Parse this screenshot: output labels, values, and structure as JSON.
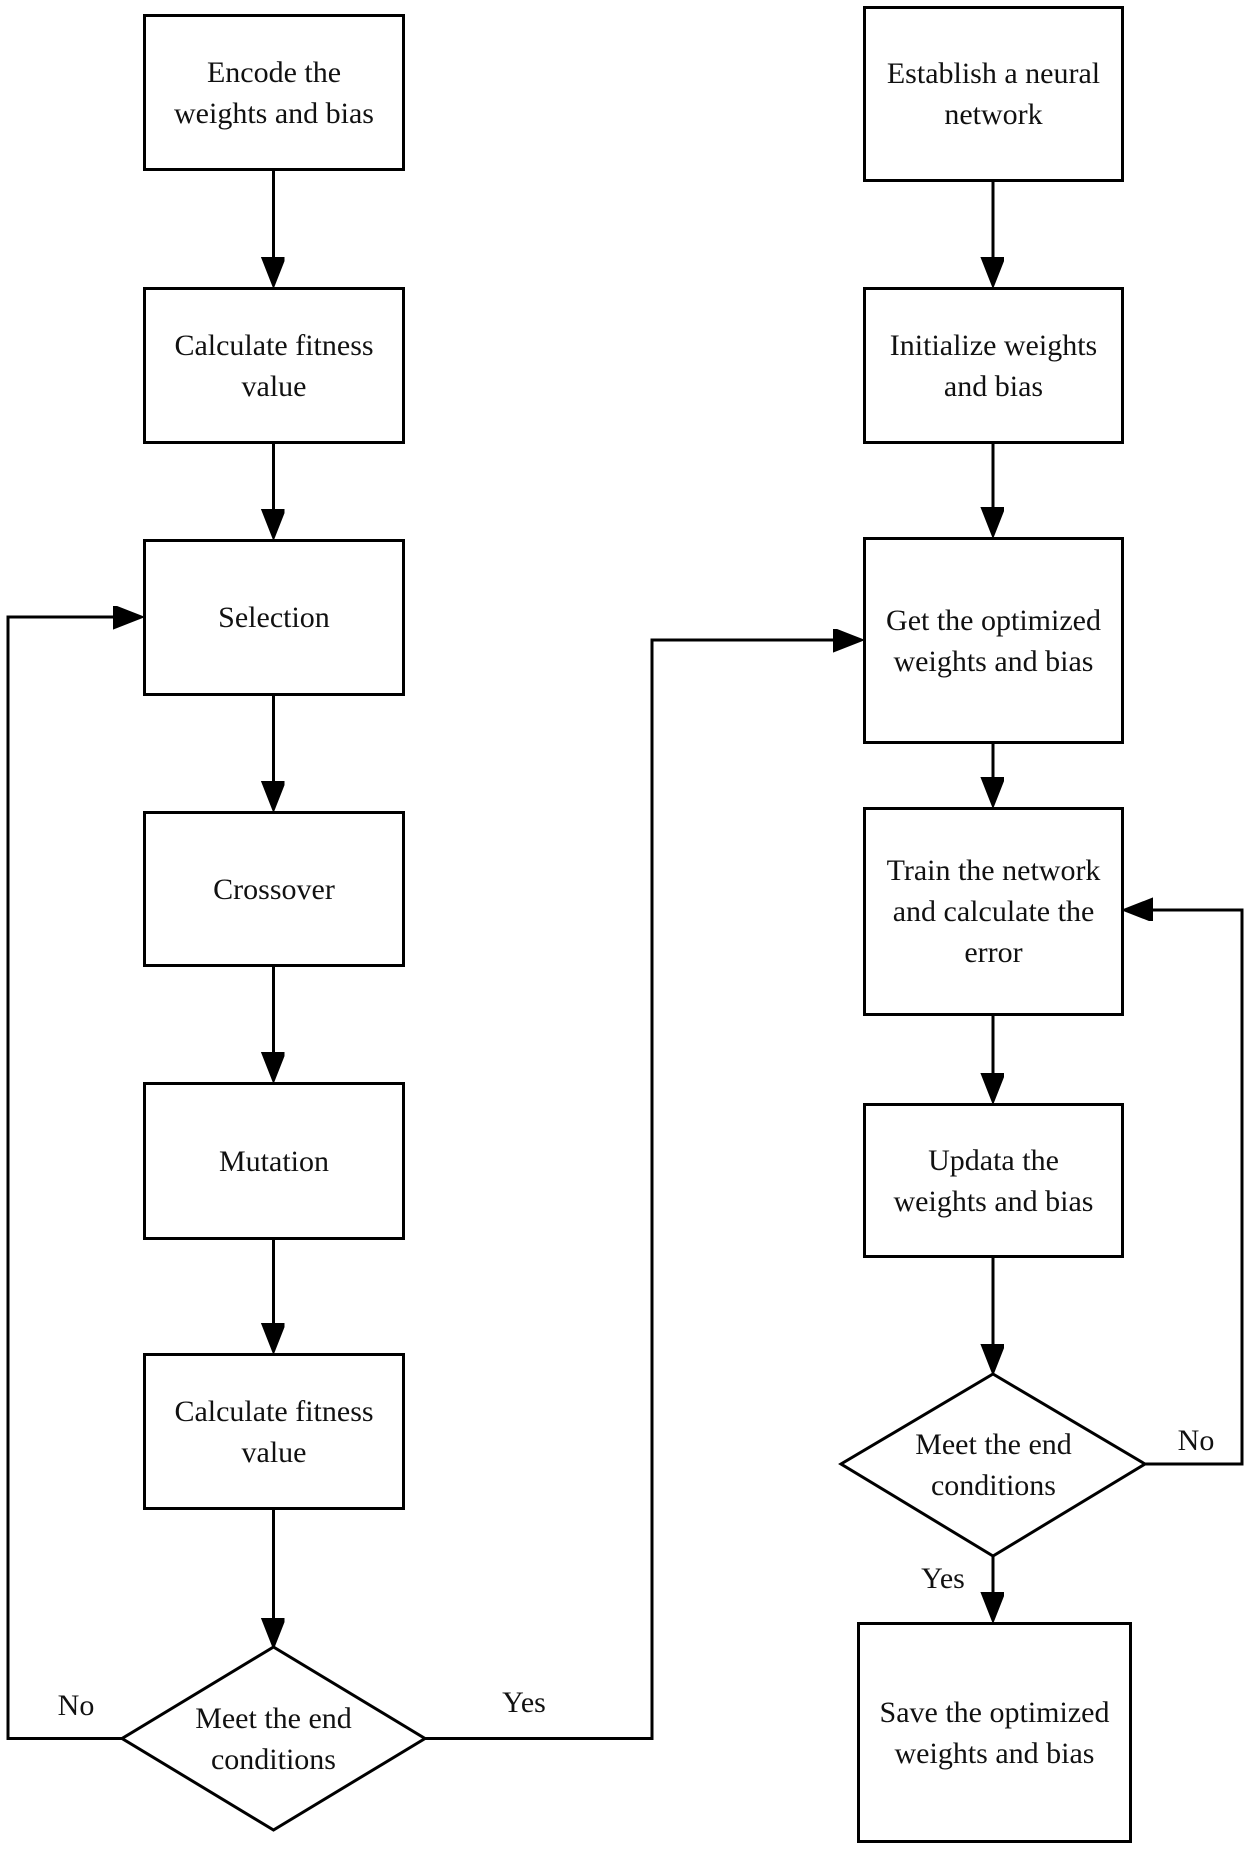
{
  "colors": {
    "line": "#000000",
    "background": "#ffffff",
    "text": "#111111"
  },
  "flowchart": {
    "ga": {
      "nodes": {
        "encode": {
          "label": "Encode the\nweights and bias"
        },
        "calc_fitness_1": {
          "label": "Calculate fitness\nvalue"
        },
        "selection": {
          "label": "Selection"
        },
        "crossover": {
          "label": "Crossover"
        },
        "mutation": {
          "label": "Mutation"
        },
        "calc_fitness_2": {
          "label": "Calculate fitness\nvalue"
        },
        "end_decision": {
          "label": "Meet the end\nconditions"
        }
      },
      "edge_labels": {
        "no": "No",
        "yes": "Yes"
      }
    },
    "nn": {
      "nodes": {
        "establish": {
          "label": "Establish a neural\nnetwork"
        },
        "initialize": {
          "label": "Initialize weights\nand bias"
        },
        "get_optimized": {
          "label": "Get the optimized\nweights and bias"
        },
        "train": {
          "label": "Train the network\nand calculate the\nerror"
        },
        "update": {
          "label": "Updata the\nweights and bias"
        },
        "end_decision": {
          "label": "Meet the end\nconditions"
        },
        "save": {
          "label": "Save the optimized\nweights and bias"
        }
      },
      "edge_labels": {
        "no": "No",
        "yes": "Yes"
      }
    }
  }
}
